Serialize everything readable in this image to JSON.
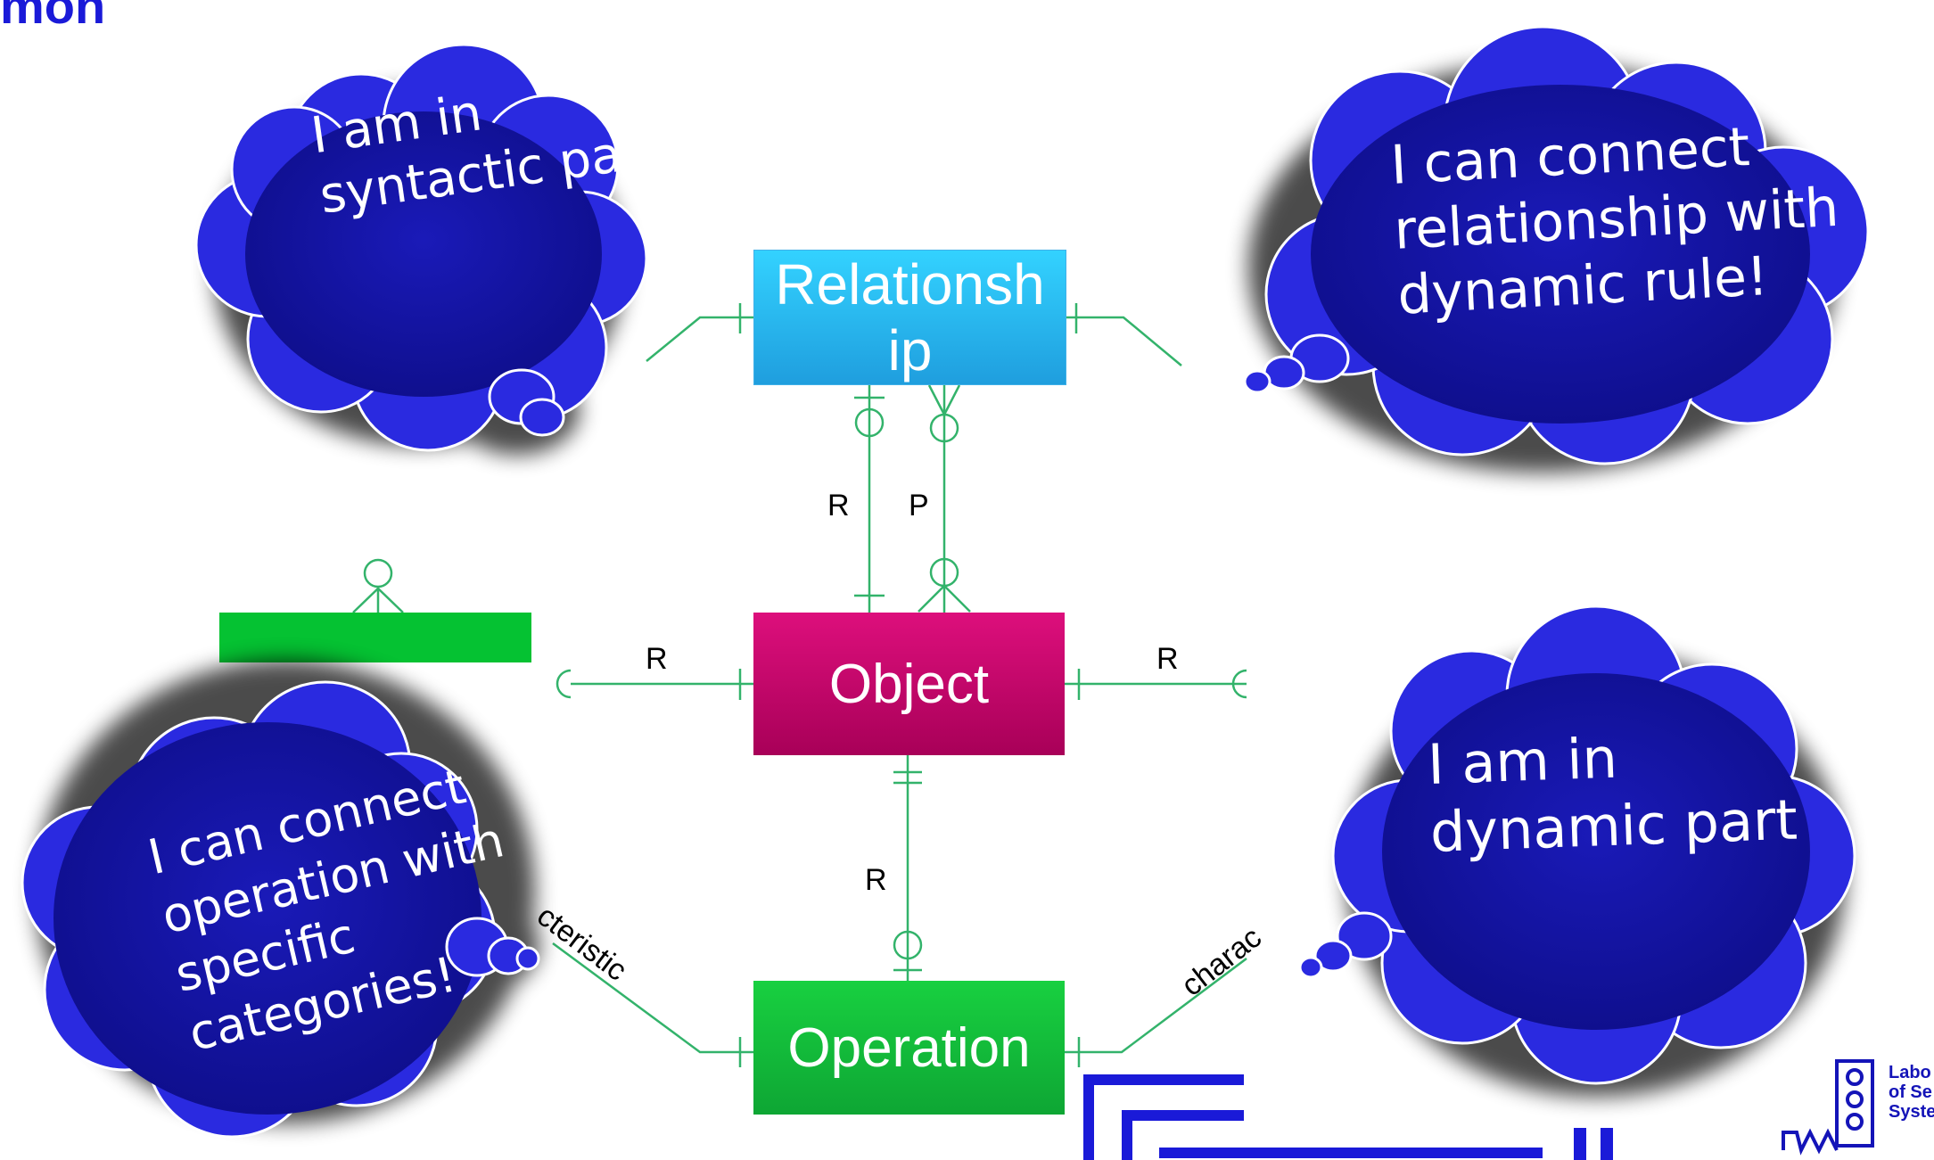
{
  "slide": {
    "title_fragment": "mon"
  },
  "entities": {
    "relationship": "Relationsh ip",
    "object": "Object",
    "operation": "Operation"
  },
  "relationship_labels": {
    "rel_obj_left": "R",
    "rel_obj_right": "P",
    "obj_left": "R",
    "obj_right": "R",
    "obj_op": "R",
    "op_left_diag": "cteristic",
    "op_right_diag": "charac"
  },
  "clouds": [
    {
      "name": "syntactic",
      "text": "I am in\nsyntactic part"
    },
    {
      "name": "dynamic-rule",
      "text": "I can connect\nrelationship with\ndynamic rule!"
    },
    {
      "name": "categories",
      "text": "I can connect\noperation with\nspecific\ncategories!"
    },
    {
      "name": "dynamic-part",
      "text": "I am in\ndynamic part"
    }
  ],
  "logo": {
    "text": "Labo\nof Se\nSyste"
  },
  "colors": {
    "cloud_fill": "#1a1ab8",
    "connector": "#33b36b",
    "relationship_box": "#29b8f0",
    "object_box": "#c8096d",
    "operation_box": "#12bf3c",
    "accent_blue": "#1a1ad8"
  }
}
